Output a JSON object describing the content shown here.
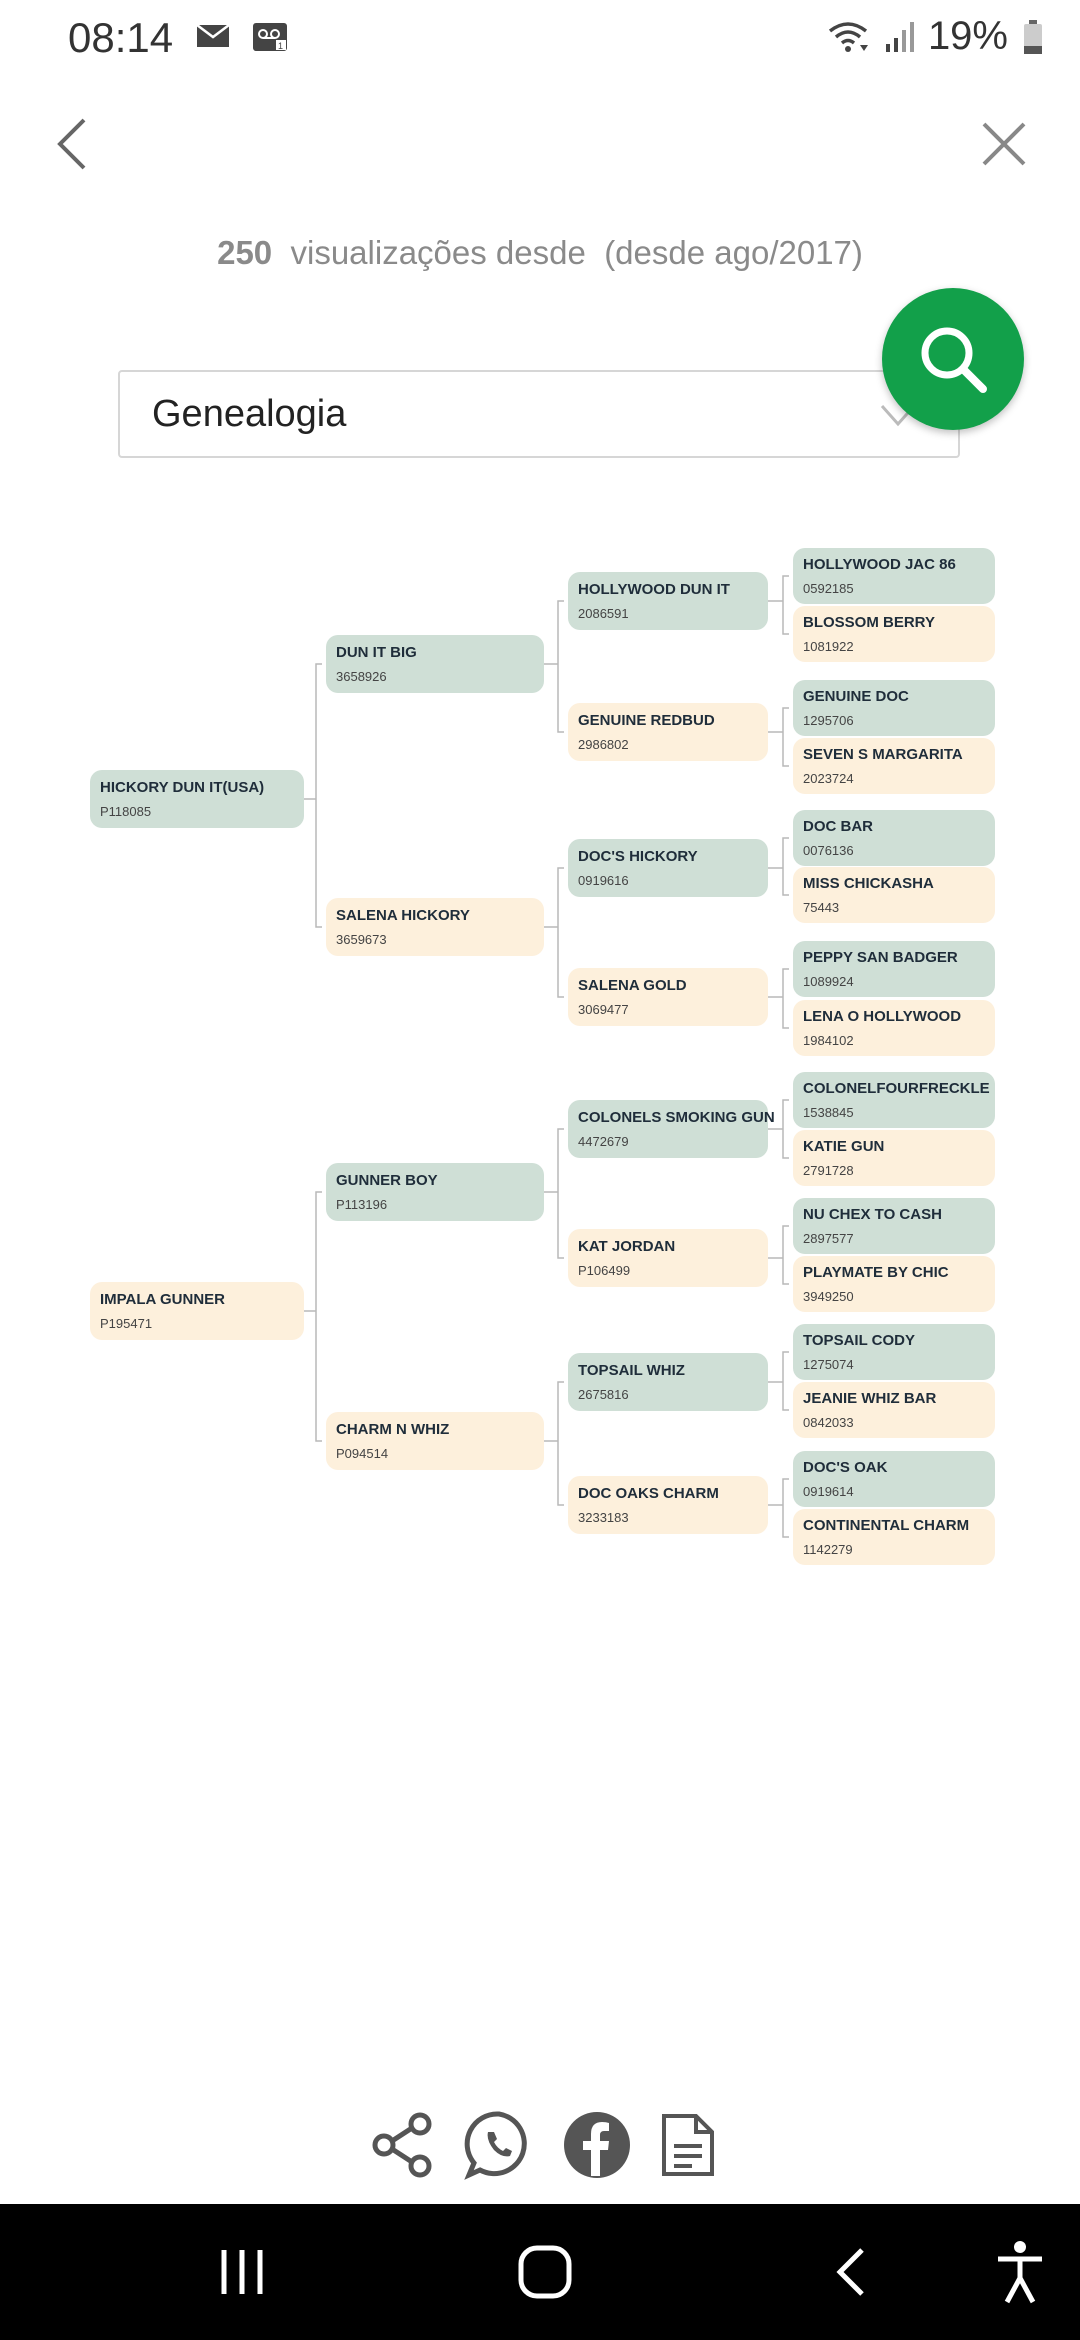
{
  "status": {
    "time": "08:14",
    "battery": "19%"
  },
  "views": {
    "count": "250",
    "text": "visualizações desde",
    "since": "(desde ago/2017)"
  },
  "select": {
    "value": "Genealogia"
  },
  "pedigree": {
    "g1": [
      {
        "name": "HICKORY DUN IT(USA)",
        "reg": "P118085",
        "sex": "m"
      },
      {
        "name": "IMPALA GUNNER",
        "reg": "P195471",
        "sex": "f"
      }
    ],
    "g2": [
      {
        "name": "DUN IT BIG",
        "reg": "3658926",
        "sex": "m"
      },
      {
        "name": "SALENA HICKORY",
        "reg": "3659673",
        "sex": "f"
      },
      {
        "name": "GUNNER BOY",
        "reg": "P113196",
        "sex": "m"
      },
      {
        "name": "CHARM N WHIZ",
        "reg": "P094514",
        "sex": "f"
      }
    ],
    "g3": [
      {
        "name": "HOLLYWOOD DUN IT",
        "reg": "2086591",
        "sex": "m"
      },
      {
        "name": "GENUINE REDBUD",
        "reg": "2986802",
        "sex": "f"
      },
      {
        "name": "DOC'S HICKORY",
        "reg": "0919616",
        "sex": "m"
      },
      {
        "name": "SALENA GOLD",
        "reg": "3069477",
        "sex": "f"
      },
      {
        "name": "COLONELS SMOKING GUN",
        "reg": "4472679",
        "sex": "m"
      },
      {
        "name": "KAT JORDAN",
        "reg": "P106499",
        "sex": "f"
      },
      {
        "name": "TOPSAIL WHIZ",
        "reg": "2675816",
        "sex": "m"
      },
      {
        "name": "DOC OAKS CHARM",
        "reg": "3233183",
        "sex": "f"
      }
    ],
    "g4": [
      {
        "name": "HOLLYWOOD JAC 86",
        "reg": "0592185",
        "sex": "m"
      },
      {
        "name": "BLOSSOM BERRY",
        "reg": "1081922",
        "sex": "f"
      },
      {
        "name": "GENUINE DOC",
        "reg": "1295706",
        "sex": "m"
      },
      {
        "name": "SEVEN S MARGARITA",
        "reg": "2023724",
        "sex": "f"
      },
      {
        "name": "DOC BAR",
        "reg": "0076136",
        "sex": "m"
      },
      {
        "name": "MISS CHICKASHA",
        "reg": "75443",
        "sex": "f"
      },
      {
        "name": "PEPPY SAN BADGER",
        "reg": "1089924",
        "sex": "m"
      },
      {
        "name": "LENA O HOLLYWOOD",
        "reg": "1984102",
        "sex": "f"
      },
      {
        "name": "COLONELFOURFRECKLE",
        "reg": "1538845",
        "sex": "m"
      },
      {
        "name": "KATIE GUN",
        "reg": "2791728",
        "sex": "f"
      },
      {
        "name": "NU CHEX TO CASH",
        "reg": "2897577",
        "sex": "m"
      },
      {
        "name": "PLAYMATE BY CHIC",
        "reg": "3949250",
        "sex": "f"
      },
      {
        "name": "TOPSAIL CODY",
        "reg": "1275074",
        "sex": "m"
      },
      {
        "name": "JEANIE WHIZ BAR",
        "reg": "0842033",
        "sex": "f"
      },
      {
        "name": "DOC'S OAK",
        "reg": "0919614",
        "sex": "m"
      },
      {
        "name": "CONTINENTAL CHARM",
        "reg": "1142279",
        "sex": "f"
      }
    ]
  },
  "colors": {
    "accent": "#12a04a",
    "male_bg": "#cfdfd6",
    "female_bg": "#fdf0dc"
  }
}
